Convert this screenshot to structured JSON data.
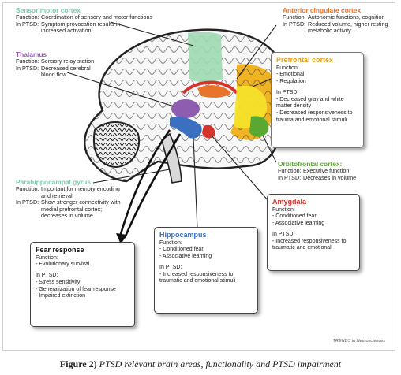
{
  "colors": {
    "sensorimotor": "#9fd9b3",
    "anterior_cingulate": "#e8732a",
    "thalamus": "#8e5db0",
    "prefrontal": "#f0b323",
    "orbitofrontal": "#59a832",
    "parahippocampal": "#7fc7b0",
    "amygdala": "#d6332a",
    "hippocampus": "#3b6fbf"
  },
  "labels": {
    "sensorimotor": {
      "title": "Sensorimotor cortex",
      "function_key": "Function:",
      "function_val": "Coordination of sensory and motor functions",
      "ptsd_key": "In PTSD:",
      "ptsd_val": "Symptom provocation results in increased activation"
    },
    "anterior_cingulate": {
      "title": "Anterior cingulate cortex",
      "function_key": "Function:",
      "function_val": "Autonomic functions, cognition",
      "ptsd_key": "In PTSD:",
      "ptsd_val": "Reduced volume, higher resting metabolic activity"
    },
    "thalamus": {
      "title": "Thalamus",
      "function_key": "Function:",
      "function_val": "Sensory relay station",
      "ptsd_key": "In PTSD:",
      "ptsd_val": "Decreased cerebral blood flow"
    },
    "prefrontal": {
      "title": "Prefrontal cortex",
      "function_heading": "Function:",
      "functions": [
        "- Emotional",
        "- Regulation"
      ],
      "ptsd_heading": "In PTSD:",
      "ptsd": [
        "- Decreased gray and white matter density",
        "- Decreased responsiveness to trauma and emotional stimuli"
      ]
    },
    "orbitofrontal": {
      "title": "Orbitofrontal cortex:",
      "function_key": "Function:",
      "function_val": "Executive function",
      "ptsd_key": "In PTSD:",
      "ptsd_val": "Decreases in volume"
    },
    "parahippocampal": {
      "title": "Parahippocampal gyrus",
      "function_key": "Function:",
      "function_val": "Important for memory encoding and retrieval",
      "ptsd_key": "In PTSD:",
      "ptsd_val": "Show stronger connectivity with medial prefrontal cortex; decreases in volume"
    },
    "amygdala": {
      "title": "Amygdala",
      "function_heading": "Function:",
      "functions": [
        "- Conditioned fear",
        "- Associative learning"
      ],
      "ptsd_heading": "In PTSD:",
      "ptsd": [
        "- Increased responsiveness to traumatic and emotional"
      ]
    },
    "hippocampus": {
      "title": "Hippocampus",
      "function_heading": "Function:",
      "functions": [
        "- Conditioned fear",
        "- Associative learning"
      ],
      "ptsd_heading": "In PTSD:",
      "ptsd": [
        "- Increased responsiveness to traumatic and emotional stimuli"
      ]
    },
    "fear_response": {
      "title": "Fear response",
      "function_heading": "Function:",
      "functions": [
        "- Evolutionary survival"
      ],
      "ptsd_heading": "In PTSD:",
      "ptsd": [
        "- Stress sensitivity",
        "- Generalization of fear response",
        "- Impaired extinction"
      ]
    }
  },
  "credit": "TRENDS in Neurosciences",
  "caption": {
    "prefix": "Figure 2)",
    "text": "PTSD relevant brain areas, functionality and PTSD impairment"
  }
}
